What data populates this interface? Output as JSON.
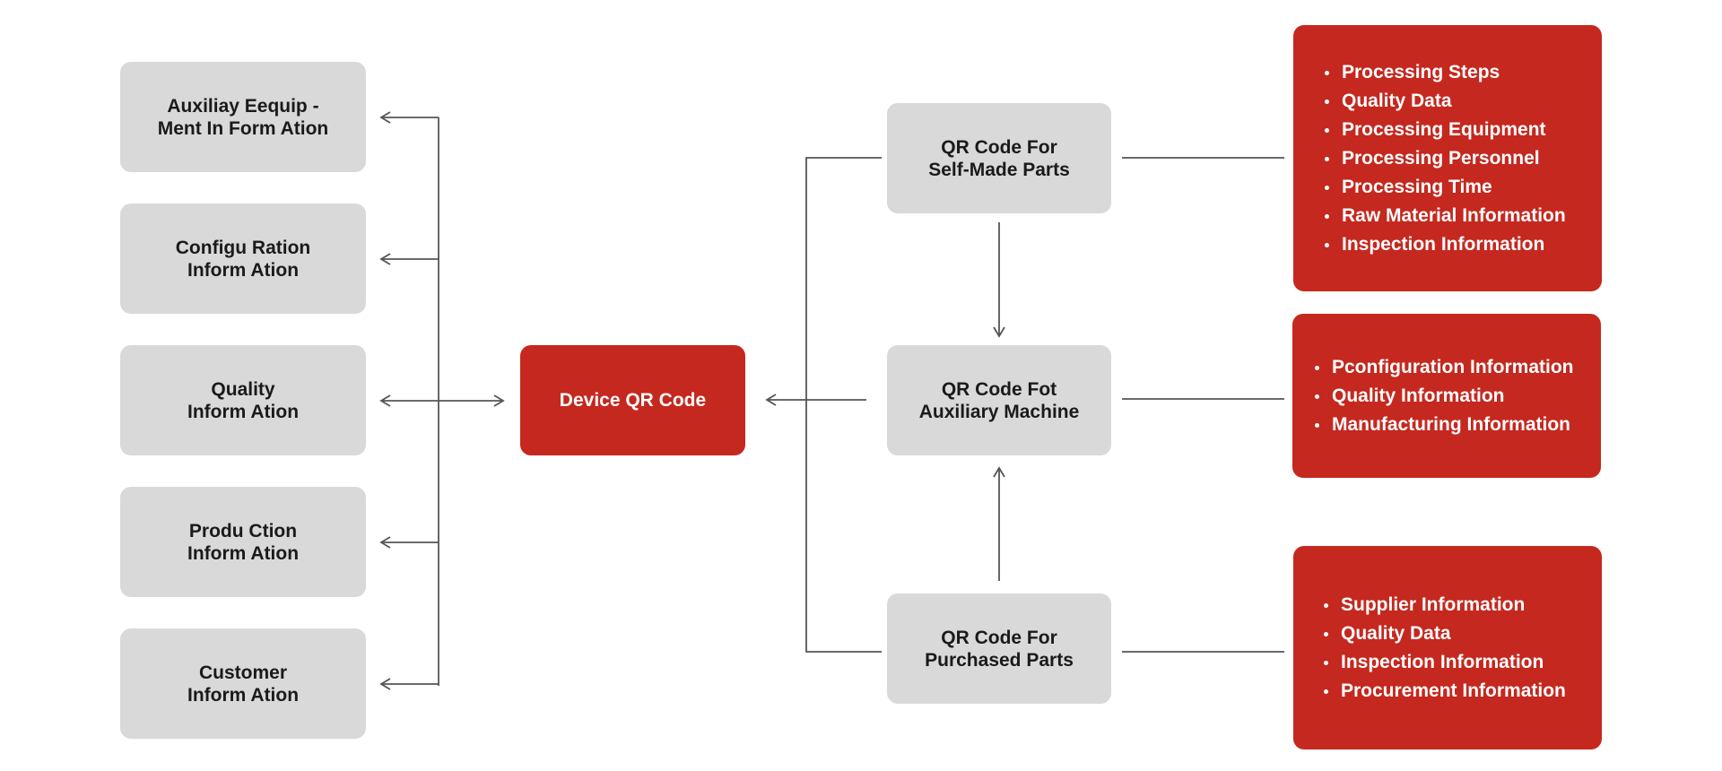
{
  "left_boxes": [
    {
      "lines": [
        "Auxiliay Eequip -",
        "Ment In Form Ation"
      ]
    },
    {
      "lines": [
        "Configu Ration",
        "Inform Ation"
      ]
    },
    {
      "lines": [
        "Quality",
        "Inform Ation"
      ]
    },
    {
      "lines": [
        "Produ Ction",
        "Inform Ation"
      ]
    },
    {
      "lines": [
        "Customer",
        "Inform Ation"
      ]
    }
  ],
  "center_box": {
    "label": "Device QR Code"
  },
  "middle_boxes": [
    {
      "lines": [
        "QR Code For",
        "Self-Made Parts"
      ]
    },
    {
      "lines": [
        "QR Code Fot",
        "Auxiliary Machine"
      ]
    },
    {
      "lines": [
        "QR Code For",
        "Purchased Parts"
      ]
    }
  ],
  "panels": [
    {
      "items": [
        "Processing Steps",
        "Quality Data",
        "Processing Equipment",
        "Processing Personnel",
        "Processing Time",
        "Raw Material Information",
        "Inspection Information"
      ]
    },
    {
      "items": [
        "Pconfiguration Information",
        "Quality Information",
        "Manufacturing Information"
      ]
    },
    {
      "items": [
        "Supplier Information",
        "Quality Data",
        "Inspection Information",
        "Procurement Information"
      ]
    }
  ],
  "colors": {
    "accent_red": "#c5281f",
    "box_gray": "#d9d9d9",
    "connector": "#555555"
  }
}
